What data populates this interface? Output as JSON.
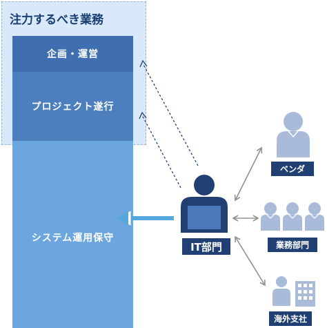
{
  "focus": {
    "title": "注力するべき業務"
  },
  "tasks": {
    "planning": "企画・運営",
    "projects": "プロジェクト遂行",
    "operations": "システム運用保守"
  },
  "it_department": {
    "label": "IT部門"
  },
  "stakeholders": {
    "vendor": "ベンダ",
    "business_dept": "業務部門",
    "overseas_branch": "海外支社"
  },
  "colors": {
    "navy": "#203f73",
    "focus_bg": "#d9e9fb",
    "planning": "#3f6fb0",
    "projects": "#4d7fbf",
    "operations": "#6ba7de",
    "person": "#a9bbd9",
    "arrow_gray": "#909090"
  }
}
